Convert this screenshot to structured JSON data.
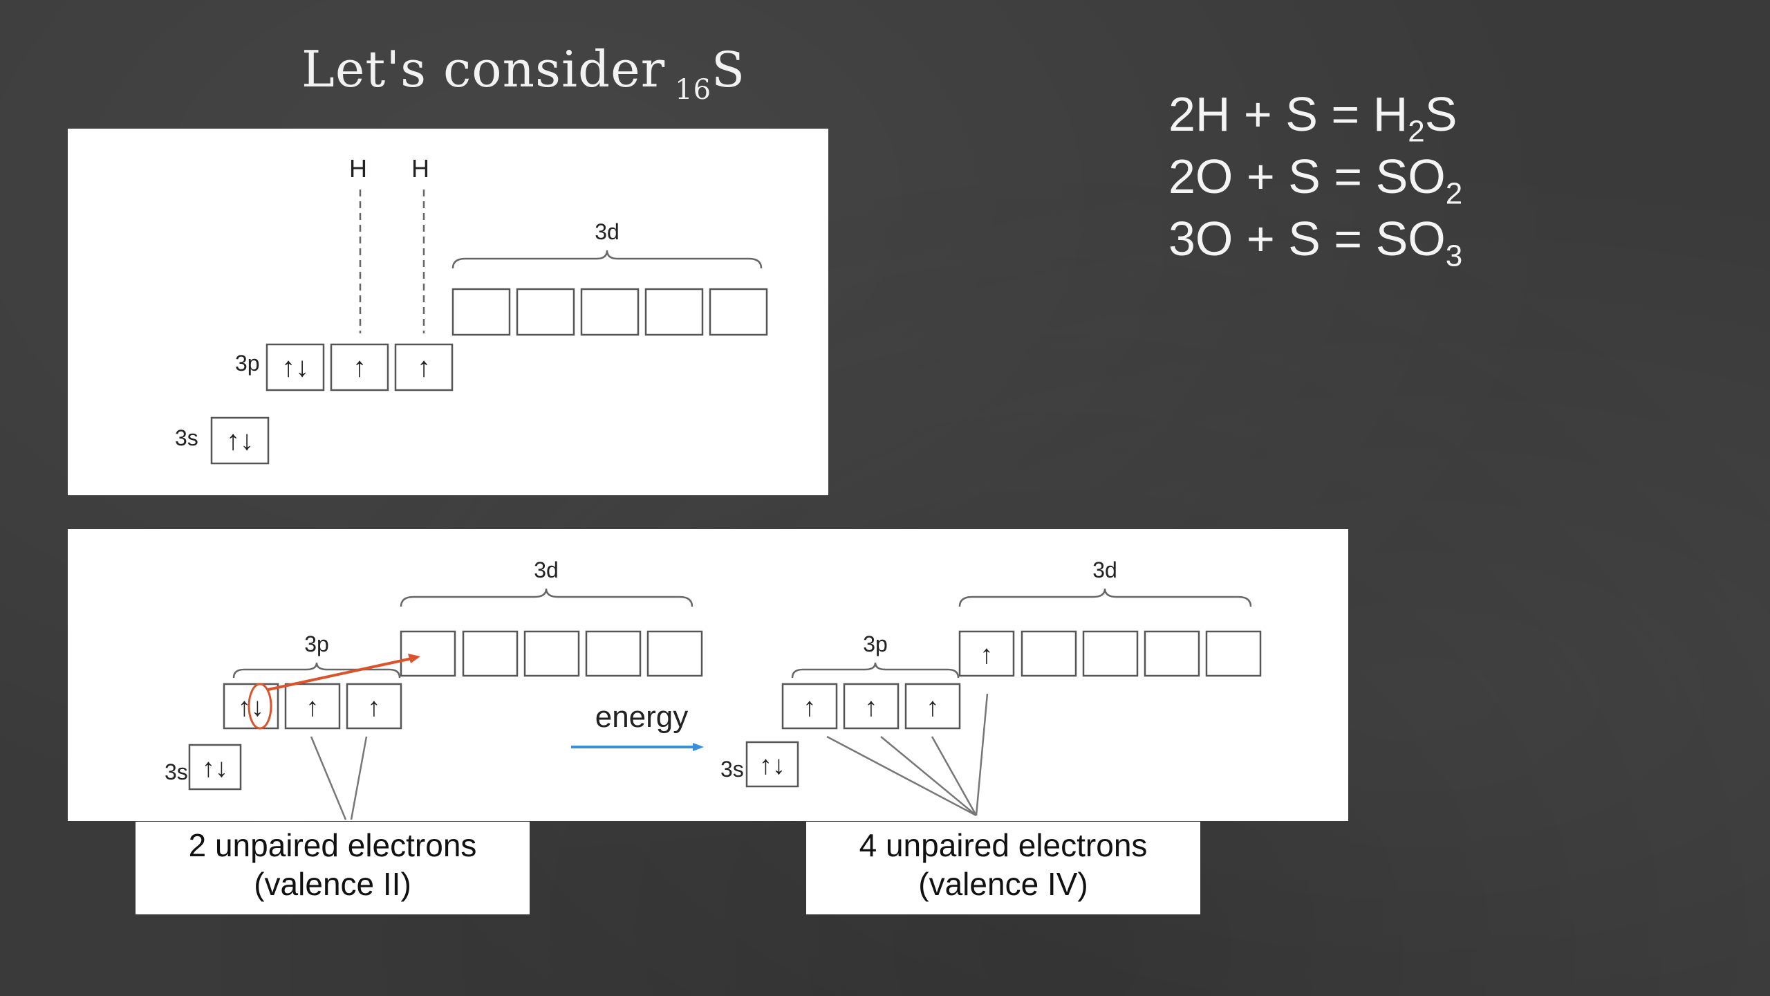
{
  "title": {
    "text": "Let's consider",
    "atomic_number": "16",
    "element": "S"
  },
  "equations": [
    {
      "lhs": "2H + S = H",
      "sub": "2",
      "rhs": "S"
    },
    {
      "lhs": "2O + S = SO",
      "sub": "2",
      "rhs": ""
    },
    {
      "lhs": "3O + S = SO",
      "sub": "3",
      "rhs": ""
    }
  ],
  "top_diagram": {
    "label_3s": "3s",
    "label_3p": "3p",
    "label_3d": "3d",
    "h_label_1": "H",
    "h_label_2": "H",
    "orbitals_3s": [
      "↑↓"
    ],
    "orbitals_3p": [
      "↑↓",
      "↑",
      "↑"
    ],
    "orbitals_3d": [
      "",
      "",
      "",
      "",
      ""
    ]
  },
  "bottom_diagram": {
    "left": {
      "label_3s": "3s",
      "label_3p": "3p",
      "label_3d": "3d",
      "orbitals_3s": [
        "↑↓"
      ],
      "orbitals_3p": [
        "↑↓",
        "↑",
        "↑"
      ],
      "orbitals_3d": [
        "",
        "",
        "",
        "",
        ""
      ]
    },
    "energy_label": "energy",
    "right": {
      "label_3s": "3s",
      "label_3p": "3p",
      "label_3d": "3d",
      "orbitals_3s": [
        "↑↓"
      ],
      "orbitals_3p": [
        "↑",
        "↑",
        "↑"
      ],
      "orbitals_3d": [
        "↑",
        "",
        "",
        "",
        ""
      ]
    }
  },
  "captions": {
    "left": {
      "line1": "2 unpaired electrons",
      "line2": "(valence II)"
    },
    "right": {
      "line1": "4 unpaired electrons",
      "line2": "(valence IV)"
    }
  },
  "colors": {
    "background": "#3a3a3a",
    "chalk": "#f2f2f2",
    "promotion_arrow": "#d9532c",
    "energy_arrow": "#3b8fd6"
  }
}
